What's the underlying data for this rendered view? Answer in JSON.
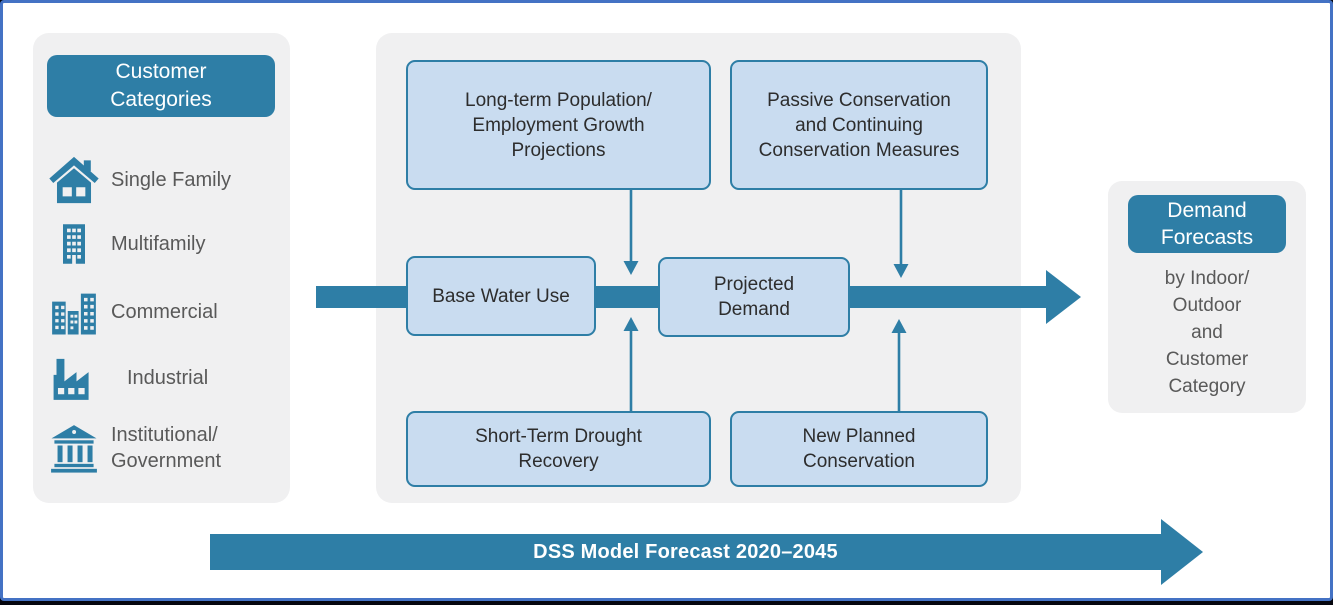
{
  "colors": {
    "accent_blue": "#2E7EA6",
    "box_fill": "#C9DCF0",
    "panel_gray": "#F0F0F1",
    "frame_blue": "#4472C4",
    "label_gray": "#595959"
  },
  "left_panel": {
    "title": "Customer\nCategories",
    "items": [
      {
        "icon": "house-icon",
        "label": "Single Family"
      },
      {
        "icon": "apartment-building-icon",
        "label": "Multifamily"
      },
      {
        "icon": "city-buildings-icon",
        "label": "Commercial"
      },
      {
        "icon": "factory-icon",
        "label": "Industrial"
      },
      {
        "icon": "bank-icon",
        "label": "Institutional/\nGovernment"
      }
    ]
  },
  "diagram": {
    "top_left_box": "Long-term Population/\nEmployment Growth\nProjections",
    "top_right_box": "Passive Conservation\nand Continuing\nConservation Measures",
    "mid_left_box": "Base Water Use",
    "mid_right_box": "Projected\nDemand",
    "bottom_left_box": "Short-Term Drought\nRecovery",
    "bottom_right_box": "New Planned\nConservation"
  },
  "right_panel": {
    "title": "Demand\nForecasts",
    "subtitle": "by Indoor/\nOutdoor\nand\nCustomer\nCategory"
  },
  "timeline": {
    "label": "DSS Model Forecast 2020–2045"
  }
}
